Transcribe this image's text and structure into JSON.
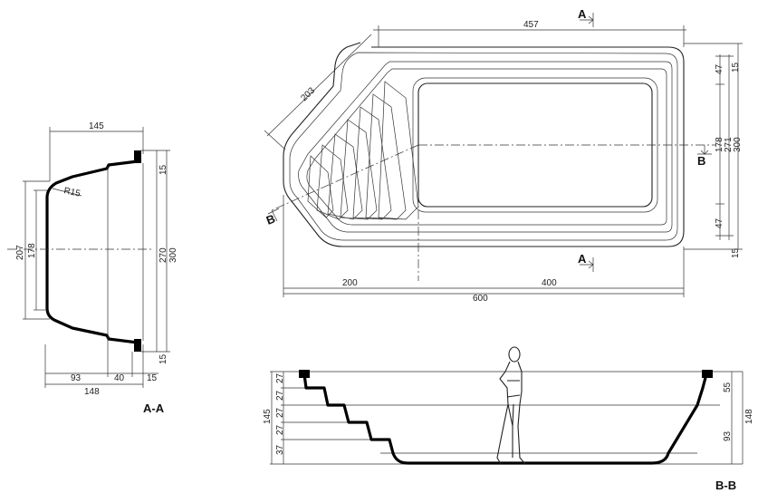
{
  "section_aa": {
    "title": "A-A",
    "dims": {
      "top_width": "145",
      "radius": "R15",
      "left_outer": "207",
      "left_inner": "178",
      "right_inner": "270",
      "right_outer": "300",
      "rim_top": "15",
      "rim_bottom": "15",
      "bottom_a": "93",
      "bottom_b": "40",
      "bottom_c": "15",
      "bottom_total": "148"
    }
  },
  "plan": {
    "markers": {
      "a_top": "A",
      "a_bottom": "A",
      "b_left": "B",
      "b_right": "B"
    },
    "dims": {
      "top_length": "457",
      "diagonal": "203",
      "left_part": "200",
      "right_part": "400",
      "total_length": "600",
      "right_top_rim": "15",
      "right_top_step": "47",
      "right_inner": "178",
      "right_mid": "271",
      "right_total": "300",
      "right_bottom_step": "47",
      "right_bottom_rim": "15"
    }
  },
  "section_bb": {
    "title": "B-B",
    "dims": {
      "steps": [
        "27",
        "27",
        "27",
        "27",
        "37"
      ],
      "left_total": "145",
      "right_top": "55",
      "right_bottom": "93",
      "right_total": "148"
    }
  }
}
